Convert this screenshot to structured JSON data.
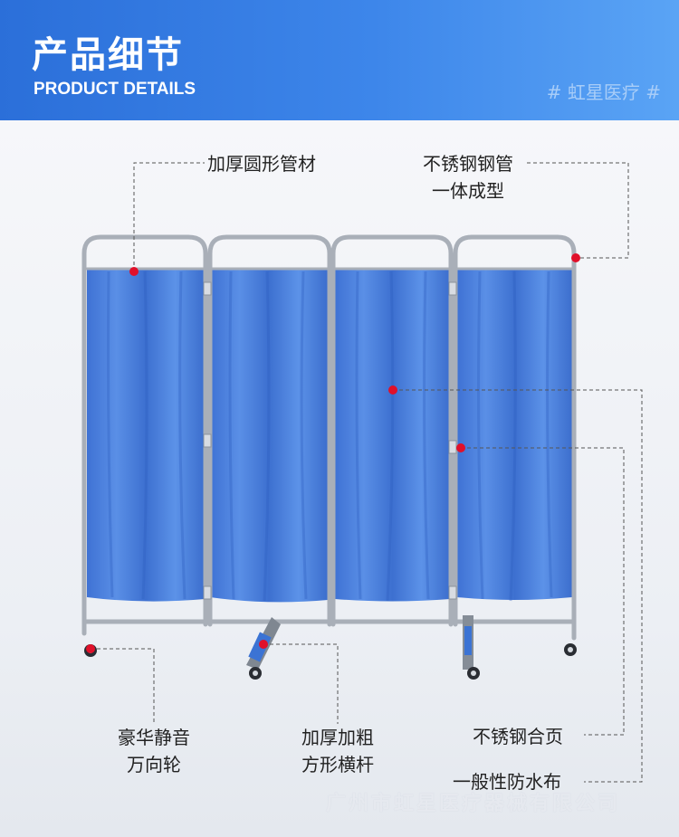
{
  "header": {
    "title_cn": "产品细节",
    "title_en": "PRODUCT DETAILS",
    "brand_tag": "# 虹星医疗 #"
  },
  "callouts": {
    "thick_tube": "加厚圆形管材",
    "steel_pipe_line1": "不锈钢钢管",
    "steel_pipe_line2": "一体成型",
    "casters_line1": "豪华静音",
    "casters_line2": "万向轮",
    "crossbar_line1": "加厚加粗",
    "crossbar_line2": "方形横杆",
    "hinge": "不锈钢合页",
    "fabric": "一般性防水布"
  },
  "watermark": "广州市虹星医疗器械有限公司",
  "colors": {
    "header_blue": "#2b6fd9",
    "curtain_blue": "#4a7fdc",
    "marker_red": "#e0102a",
    "frame_steel": "#b9bec6"
  }
}
